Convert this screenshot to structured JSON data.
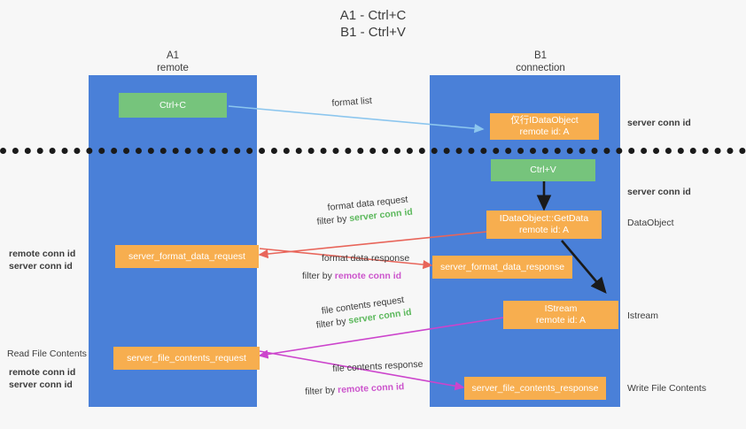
{
  "title": {
    "line1": "A1 - Ctrl+C",
    "line2": "B1 - Ctrl+V"
  },
  "columns": [
    {
      "name": "A1",
      "sub": "remote"
    },
    {
      "name": "B1",
      "sub": "connection"
    }
  ],
  "colors": {
    "lane": "#4a80d8",
    "orange": "#f7ae4f",
    "green_box": "#76c47c",
    "green_text": "#5cb85c",
    "purple_text": "#cc55cc",
    "blue_arrow": "#8cc6ee",
    "red_arrow": "#e8655a",
    "magenta_arrow": "#cc44cc",
    "dark_arrow": "#1a1a1a",
    "background": "#f7f7f7"
  },
  "boxes": {
    "ctrl_c": "Ctrl+C",
    "ctrl_v": "Ctrl+V",
    "idataobject_l1": "仅行IDataObject",
    "idataobject_l2": "remote id: A",
    "getdata_l1": "IDataObject::GetData",
    "getdata_l2": "remote id: A",
    "istream_l1": "IStream",
    "istream_l2": "remote id: A",
    "server_format_data_request": "server_format_data_request",
    "server_format_data_response": "server_format_data_response",
    "server_file_contents_request": "server_file_contents_request",
    "server_file_contents_response": "server_file_contents_response"
  },
  "edge_labels": {
    "format_list": "format list",
    "format_data_request": "format data request",
    "format_data_response": "format data response",
    "file_contents_request": "file contents request",
    "file_contents_response": "file contents response",
    "filter_by": "filter by",
    "server_conn_id": "server conn id",
    "remote_conn_id": "remote conn id"
  },
  "right_notes": {
    "server_conn_id_1": "server conn id",
    "server_conn_id_2": "server conn id",
    "dataobject": "DataObject",
    "istream": "Istream",
    "write_file_contents": "Write File Contents"
  },
  "left_notes": {
    "remote_conn_id_1": "remote conn id",
    "server_conn_id_1": "server conn id",
    "read_file_contents": "Read File Contents",
    "remote_conn_id_2": "remote conn id",
    "server_conn_id_2": "server conn id"
  }
}
